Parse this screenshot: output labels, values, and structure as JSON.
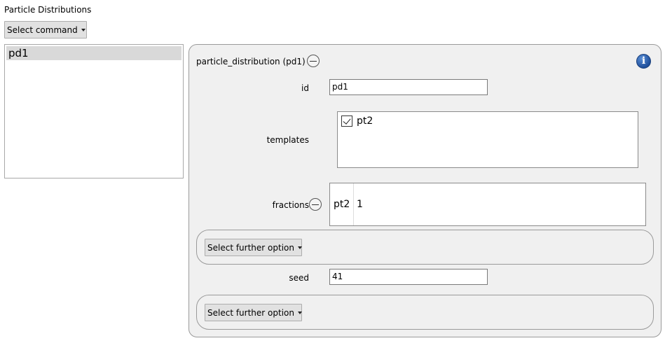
{
  "header": {
    "title": "Particle Distributions"
  },
  "toolbar": {
    "select_command_label": "Select command"
  },
  "list": {
    "items": [
      {
        "label": "pd1"
      }
    ]
  },
  "panel": {
    "title": "particle_distribution (pd1)",
    "id": {
      "label": "id",
      "value": "pd1"
    },
    "templates": {
      "label": "templates",
      "options": [
        {
          "label": "pt2",
          "checked": true
        }
      ]
    },
    "fractions": {
      "label": "fractions",
      "rows": [
        {
          "key": "pt2",
          "value": "1"
        }
      ]
    },
    "further_option_1": {
      "label": "Select further option"
    },
    "seed": {
      "label": "seed",
      "value": "41"
    },
    "further_option_2": {
      "label": "Select further option"
    },
    "info_icon_glyph": "i"
  }
}
